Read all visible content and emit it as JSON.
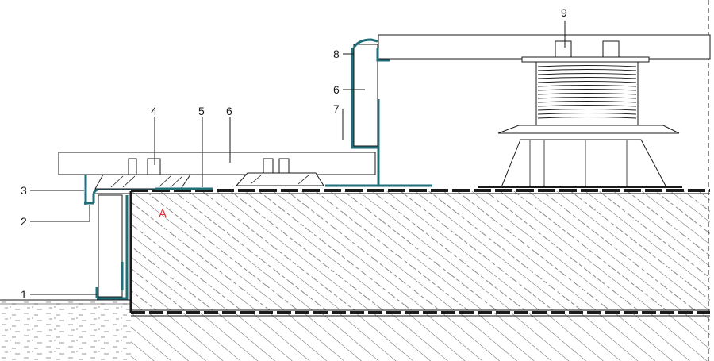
{
  "drawing": {
    "callouts": [
      {
        "id": "c1",
        "number": "1"
      },
      {
        "id": "c2",
        "number": "2"
      },
      {
        "id": "c3",
        "number": "3"
      },
      {
        "id": "c4",
        "number": "4"
      },
      {
        "id": "c5",
        "number": "5"
      },
      {
        "id": "c6a",
        "number": "6"
      },
      {
        "id": "c6b",
        "number": "6"
      },
      {
        "id": "c7",
        "number": "7"
      },
      {
        "id": "c8",
        "number": "8"
      },
      {
        "id": "c9",
        "number": "9"
      }
    ],
    "detail_mark": "A",
    "colors": {
      "line": "#1a1a1a",
      "profile": "#1f6f78",
      "detail_mark": "#d9343b",
      "hatch": "#3a3a3a"
    }
  }
}
